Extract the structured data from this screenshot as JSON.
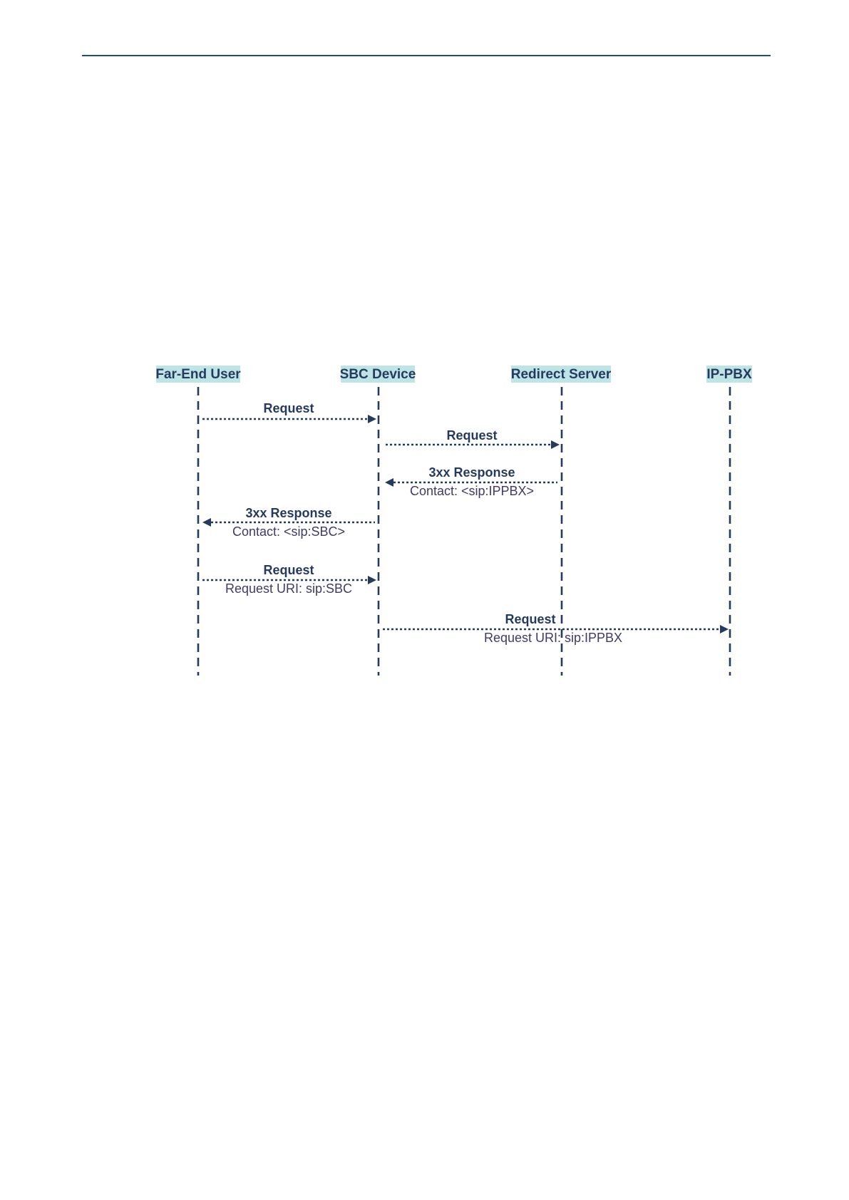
{
  "colors": {
    "header_rule": "#1f4e79",
    "participant_bg": "#bfe4e6",
    "ink": "#243a5e",
    "sub_ink": "#3f3a66"
  },
  "participants": [
    {
      "label": "Far-End User"
    },
    {
      "label": "SBC Device"
    },
    {
      "label": "Redirect Server"
    },
    {
      "label": "IP-PBX"
    }
  ],
  "messages": [
    {
      "from": 0,
      "to": 1,
      "label": "Request",
      "sub": ""
    },
    {
      "from": 1,
      "to": 2,
      "label": "Request",
      "sub": ""
    },
    {
      "from": 2,
      "to": 1,
      "label": "3xx Response",
      "sub": "Contact: <sip:IPPBX>"
    },
    {
      "from": 1,
      "to": 0,
      "label": "3xx Response",
      "sub": "Contact: <sip:SBC>"
    },
    {
      "from": 0,
      "to": 1,
      "label": "Request",
      "sub": "Request URI:  sip:SBC"
    },
    {
      "from": 1,
      "to": 3,
      "label": "Request",
      "sub": "Request URI:  sip:IPPBX"
    }
  ]
}
